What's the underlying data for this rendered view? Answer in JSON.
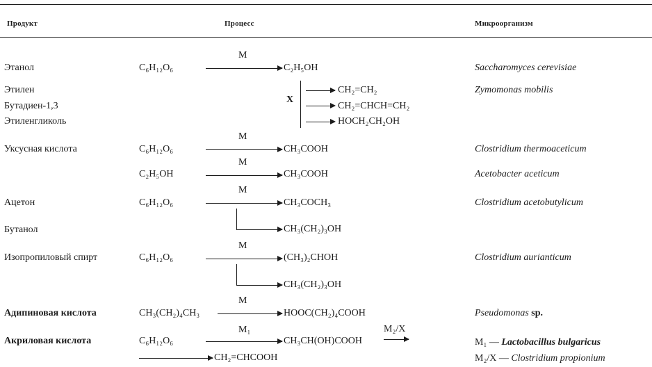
{
  "header": {
    "product": "Продукт",
    "process": "Процесс",
    "microorganism": "Микроорганизм"
  },
  "rows": {
    "ethanol": {
      "product": "Этанол",
      "substrate": "C₆H₁₂O₆",
      "over": "M",
      "result": "C₂H₅OH",
      "organism": "Saccharomyces cerevisiae"
    },
    "ethylene_group": {
      "products": [
        "Этилен",
        "Бутадиен-1,3",
        "Этиленгликоль"
      ],
      "over": "X",
      "results": [
        "CH₂=CH₂",
        "CH₂=CHCH=CH₂",
        "HOCH₂CH₂OH"
      ],
      "organism": "Zymomonas mobilis"
    },
    "acetic_1": {
      "product": "Уксусная кислота",
      "substrate": "C₆H₁₂O₆",
      "over": "M",
      "result": "CH₃COOH",
      "organism": "Clostridium thermoaceticum"
    },
    "acetic_2": {
      "substrate": "C₂H₅OH",
      "over": "M",
      "result": "CH₃COOH",
      "organism": "Acetobacter aceticum"
    },
    "acetone": {
      "product": "Ацетон",
      "substrate": "C₆H₁₂O₆",
      "over": "M",
      "result": "CH₃COCH₃",
      "organism": "Clostridium acetobutylicum"
    },
    "butanol": {
      "product": "Бутанол",
      "result": "CH₃(CH₂)₃OH"
    },
    "isopropanol": {
      "product": "Изопропиловый спирт",
      "substrate": "C₆H₁₂O₆",
      "over": "M",
      "result": "(CH₃)₂CHOH",
      "organism": "Clostridium aurianticum"
    },
    "isopropanol_butanol": {
      "result": "CH₃(CH₂)₃OH"
    },
    "adipic": {
      "product": "Адипиновая кислота",
      "substrate": "CH₃(CH₂)₄CH₃",
      "over": "M",
      "result": "HOOC(CH₂)₄COOH",
      "organism": "Pseudomonas",
      "organism_suffix": "sp."
    },
    "acrylic": {
      "product": "Акриловая кислота",
      "substrate": "C₆H₁₂O₆",
      "over1": "M₁",
      "result1": "CH₃CH(OH)COOH",
      "over2": "M₂/X",
      "result2": "CH₂=CHCOOH",
      "org1_prefix": "M₁ —",
      "org1": "Lactobacillus bulgaricus",
      "org2_prefix": "M₂/X —",
      "org2": "Clostridium propionium"
    }
  }
}
